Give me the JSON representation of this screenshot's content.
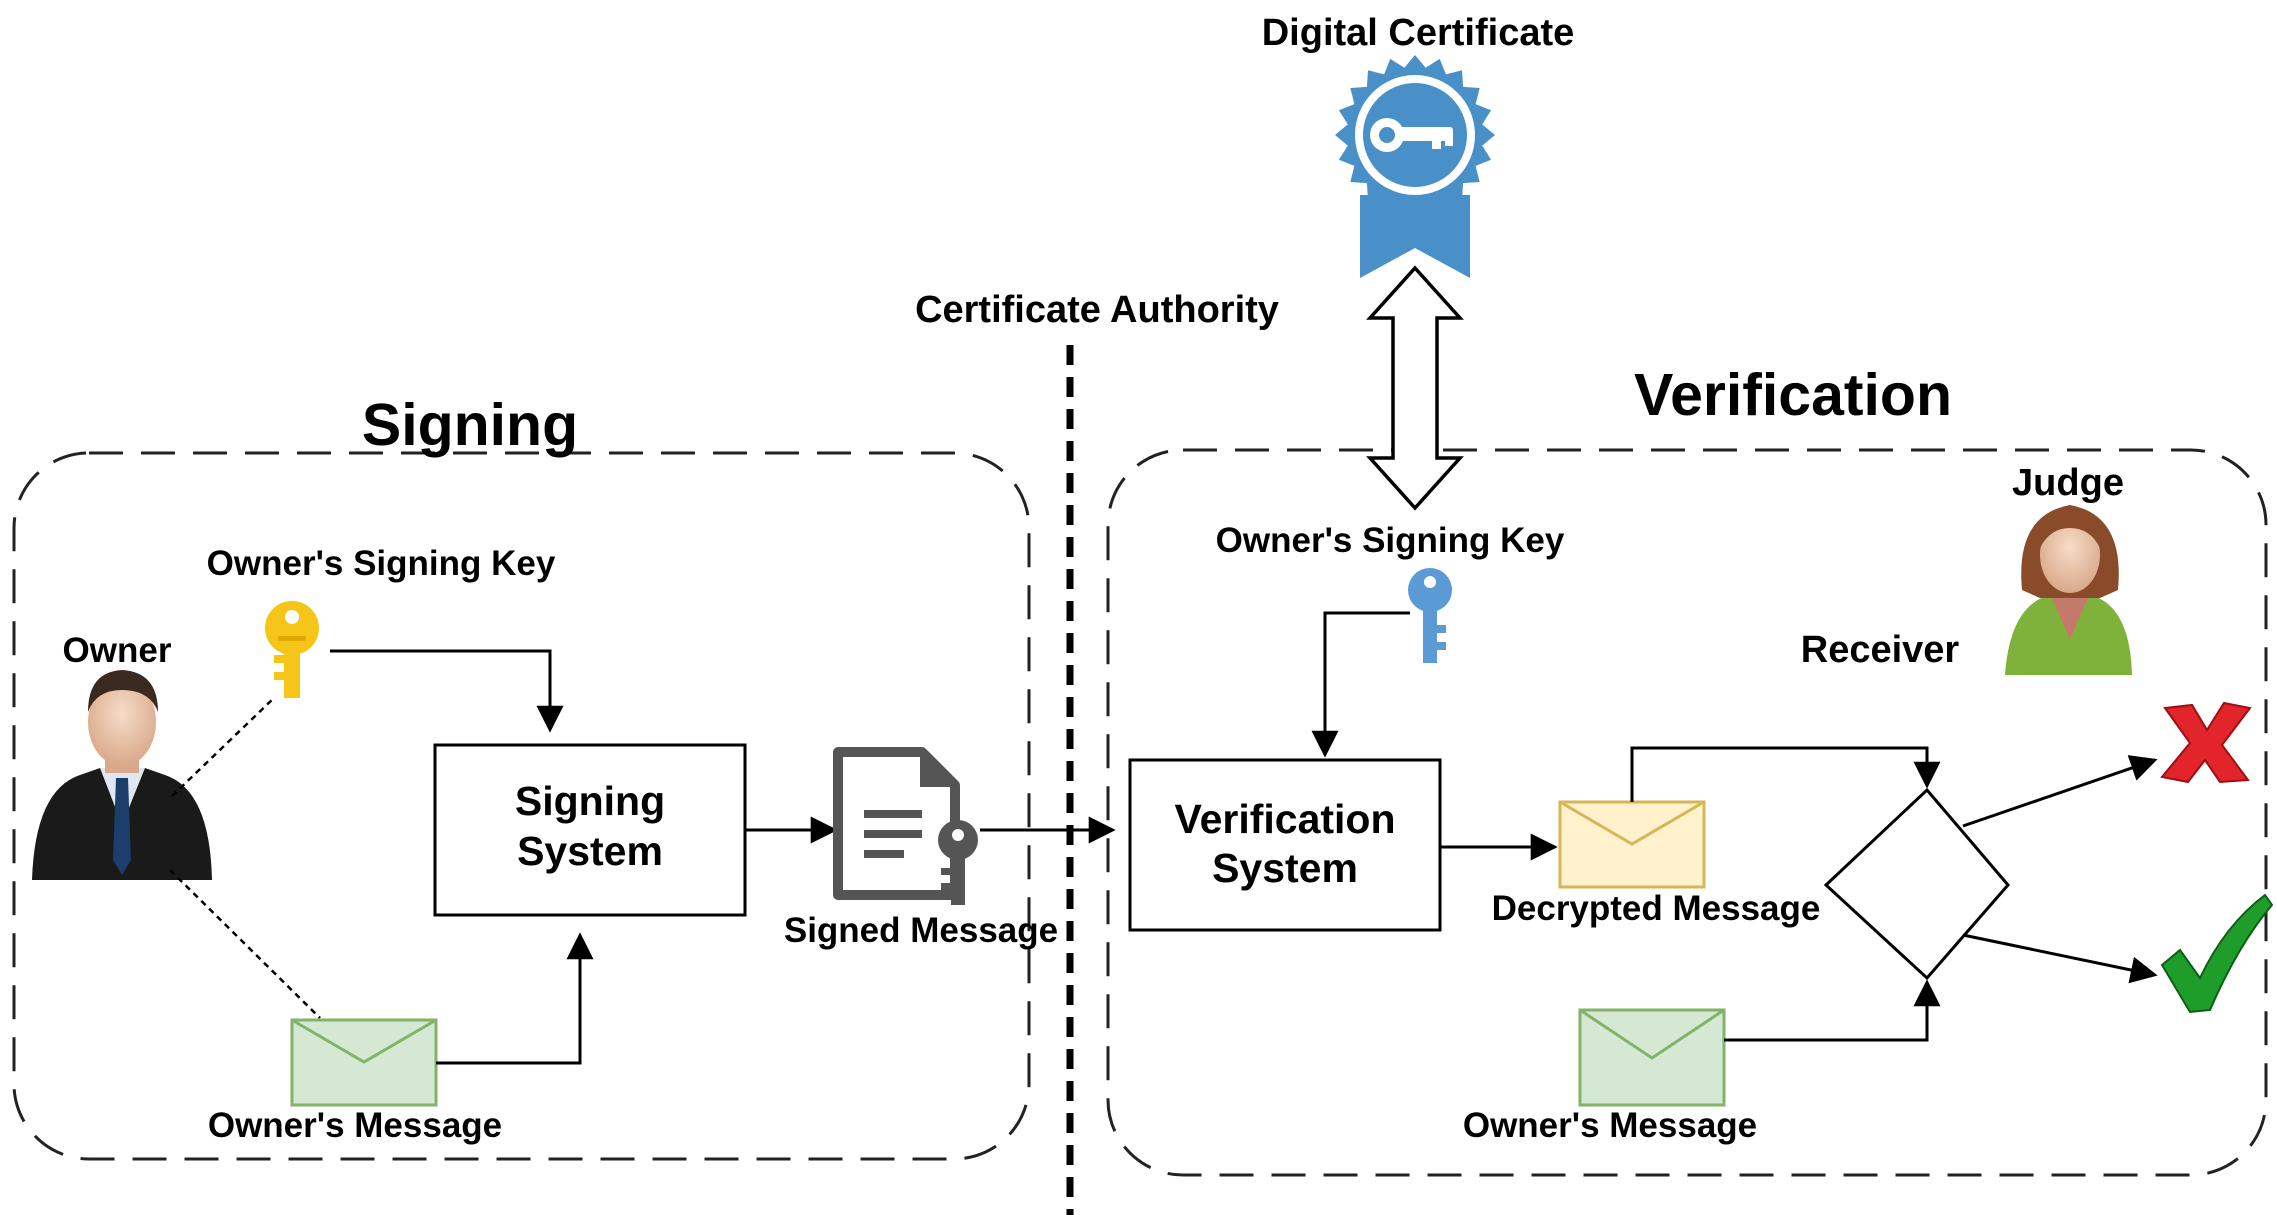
{
  "diagram": {
    "certificate": {
      "title": "Digital Certificate"
    },
    "authority": {
      "label": "Certificate Authority"
    },
    "signing": {
      "title": "Signing",
      "owner": "Owner",
      "key_label": "Owner's Signing Key",
      "system_line1": "Signing",
      "system_line2": "System",
      "message_label": "Owner's Message",
      "signed_label": "Signed Message"
    },
    "verification": {
      "title": "Verification",
      "judge": "Judge",
      "receiver": "Receiver",
      "key_label": "Owner's Signing Key",
      "system_line1": "Verification",
      "system_line2": "System",
      "decrypted_label": "Decrypted Message",
      "message_label": "Owner's Message"
    },
    "colors": {
      "certificate_blue": "#4a90c8",
      "signing_key": "#f5c518",
      "verify_key": "#5b9bd5",
      "message_green_fill": "#d5e8d4",
      "message_green_stroke": "#82b366",
      "message_yellow_fill": "#fff2cc",
      "message_yellow_stroke": "#d6b656",
      "reject_red": "#e3242b",
      "accept_green": "#1f9d2a"
    },
    "icons": {
      "owner": "businessman-icon",
      "judge": "businesswoman-icon",
      "signing_key": "key-icon",
      "verify_key": "key-icon",
      "certificate": "certificate-badge-icon",
      "signed": "signed-document-icon",
      "reject": "red-x-icon",
      "accept": "green-check-icon"
    }
  }
}
